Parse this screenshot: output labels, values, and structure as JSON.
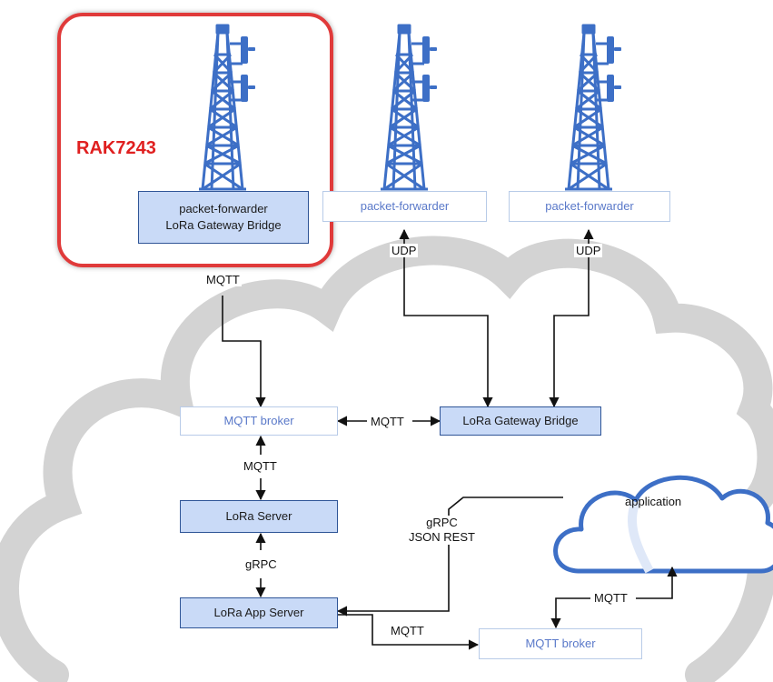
{
  "gateway_label": "RAK7243",
  "boxes": {
    "rak_box_line1": "packet-forwarder",
    "rak_box_line2": "LoRa Gateway Bridge",
    "pf2": "packet-forwarder",
    "pf3": "packet-forwarder",
    "mqtt_broker_1": "MQTT broker",
    "lora_gateway_bridge": "LoRa Gateway Bridge",
    "lora_server": "LoRa Server",
    "lora_app_server": "LoRa App Server",
    "mqtt_broker_2": "MQTT broker",
    "application": "application"
  },
  "edge_labels": {
    "mqtt_rak": "MQTT",
    "udp_2": "UDP",
    "udp_3": "UDP",
    "mqtt_broker_bridge": "MQTT",
    "mqtt_broker_server": "MQTT",
    "grpc_server_app": "gRPC",
    "grpc_json_line1": "gRPC",
    "grpc_json_line2": "JSON REST",
    "mqtt_app_broker": "MQTT",
    "mqtt_broker_application": "MQTT"
  },
  "colors": {
    "highlight": "#e03a3a",
    "tower": "#3d6fc6",
    "box_fill": "#c9daf7",
    "box_border": "#2f5597",
    "outline_text": "#5a79c9",
    "cloud_outline": "#cccccc",
    "app_cloud": "#3d6fc6"
  },
  "icons": [
    "tower-icon",
    "cloud-shape",
    "application-cloud-icon"
  ]
}
